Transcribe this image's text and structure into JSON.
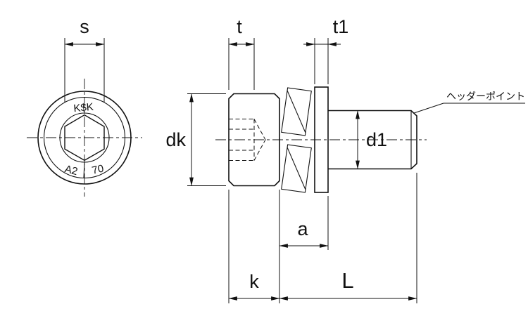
{
  "drawing": {
    "title": "socket-head-cap-screw-with-captive-washers",
    "colors": {
      "line": "#111111",
      "background": "#ffffff"
    },
    "front_view": {
      "dim_s": "s",
      "mark_top": "K$K",
      "mark_grade": "A2",
      "mark_strength": "70"
    },
    "side_view": {
      "dim_t": "t",
      "dim_t1": "t1",
      "dim_dk": "dk",
      "dim_d1": "d1",
      "dim_a": "a",
      "dim_k": "k",
      "dim_l": "L",
      "callout_tip": "ヘッダーポイント"
    }
  }
}
